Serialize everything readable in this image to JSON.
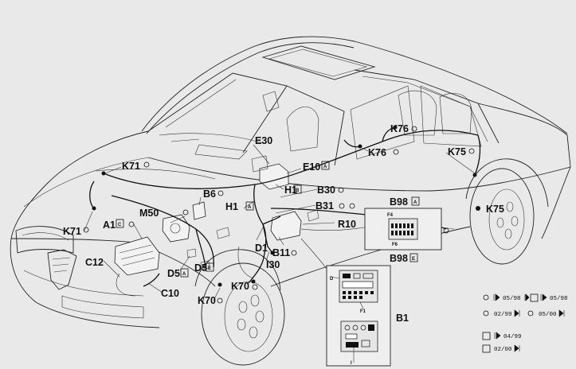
{
  "labels": {
    "k71_top": "K71",
    "k71_bottom": "K71",
    "e30": "E30",
    "e10": "E10",
    "h1_right": "H1",
    "b30": "B30",
    "b6": "B6",
    "h1_left": "H1",
    "m50": "M50",
    "a1": "A1",
    "b31": "B31",
    "r10": "R10",
    "c12": "C12",
    "d1": "D1",
    "b11": "B11",
    "i30": "I30",
    "d5_left": "D5",
    "d5_right": "D5",
    "k70_top": "K70",
    "k70_bottom": "K70",
    "c10": "C10",
    "k76_top": "K76",
    "k76_mid": "K76",
    "k75_top": "K75",
    "k75_right": "K75",
    "b98_top": "B98",
    "b98_bottom": "B98",
    "b1": "B1"
  },
  "connector_markers": {
    "a": "A",
    "b": "B",
    "c": "C",
    "e": "E"
  },
  "inset_labels": {
    "f4": "F4",
    "f6": "F6",
    "d": "D",
    "f1": "F1",
    "i": "I"
  },
  "legend": {
    "rows": [
      [
        "05/98",
        "05/98"
      ],
      [
        "02/99",
        "05/00"
      ],
      [
        "04/99"
      ],
      [
        "02/00"
      ]
    ]
  }
}
